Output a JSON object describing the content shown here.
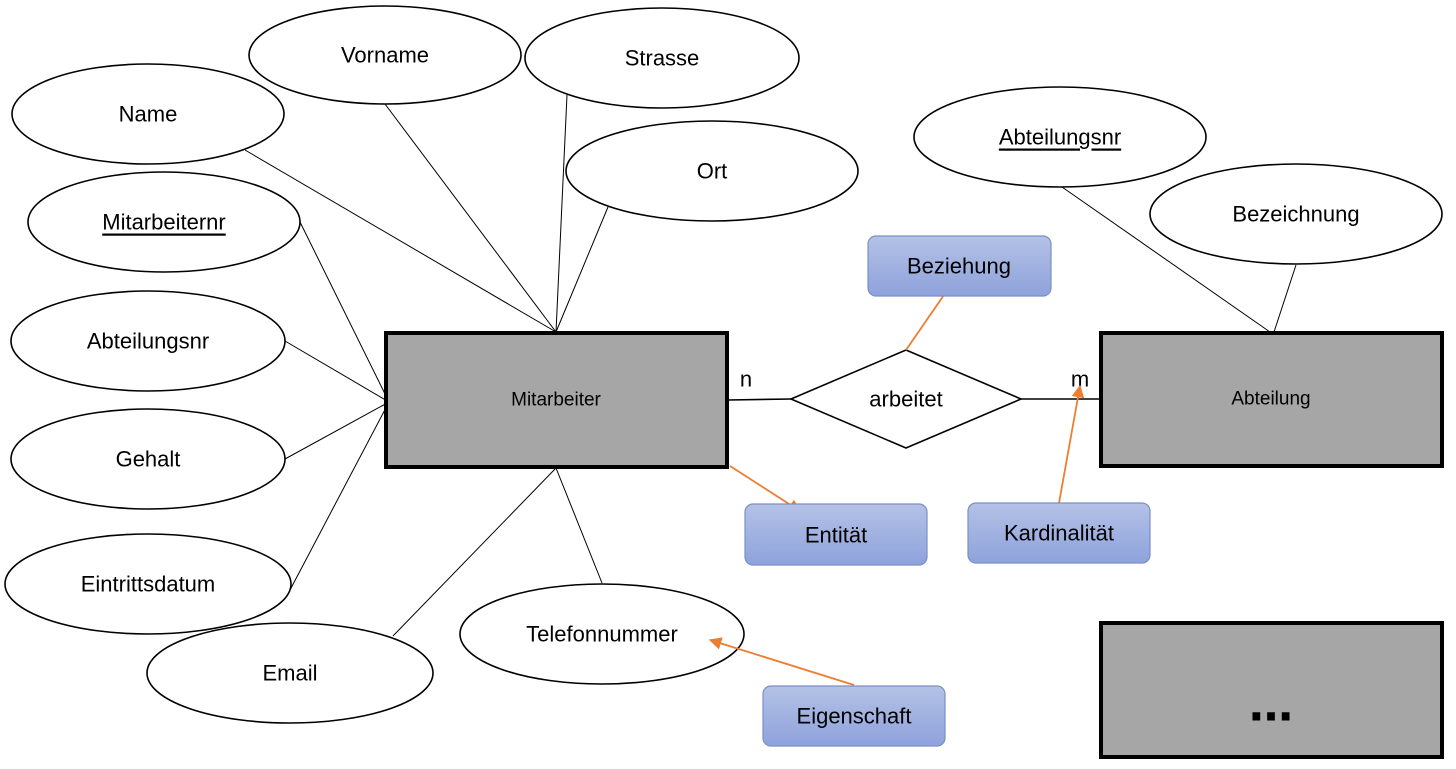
{
  "entities": {
    "mitarbeiter": "Mitarbeiter",
    "abteilung": "Abteilung",
    "more": "…"
  },
  "relationship": {
    "label": "arbeitet",
    "cardinality_left": "n",
    "cardinality_right": "m"
  },
  "mitarbeiter_attributes": {
    "name": "Name",
    "vorname": "Vorname",
    "strasse": "Strasse",
    "ort": "Ort",
    "mitarbeiternr": "Mitarbeiternr",
    "abteilungsnr": "Abteilungsnr",
    "gehalt": "Gehalt",
    "eintrittsdatum": "Eintrittsdatum",
    "email": "Email",
    "telefonnummer": "Telefonnummer"
  },
  "abteilung_attributes": {
    "abteilungsnr": "Abteilungsnr",
    "bezeichnung": "Bezeichnung"
  },
  "legend": {
    "beziehung": "Beziehung",
    "entitaet": "Entität",
    "kardinalitaet": "Kardinalität",
    "eigenschaft": "Eigenschaft"
  },
  "colors": {
    "entity_fill": "#a6a6a6",
    "legend_fill_top": "#b4c2e6",
    "legend_fill_bottom": "#8ea2dc",
    "legend_arrow": "#ed7d31"
  }
}
